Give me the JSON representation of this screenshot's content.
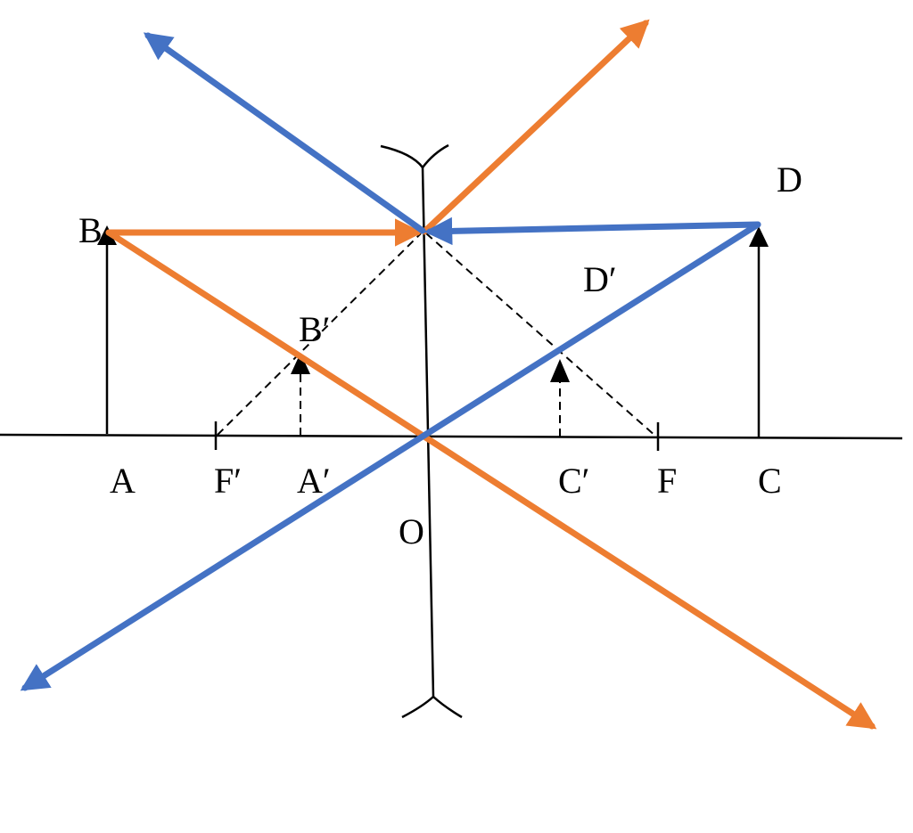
{
  "colors": {
    "orange_ray": "#ED7D31",
    "blue_ray": "#4472C4",
    "ink": "#000000",
    "background": "#FFFFFF"
  },
  "labels": {
    "A": "A",
    "B": "B",
    "C": "C",
    "D": "D",
    "A_prime": "A′",
    "B_prime": "B′",
    "C_prime": "C′",
    "D_prime": "D′",
    "F": "F",
    "F_prime": "F′",
    "O": "O"
  }
}
